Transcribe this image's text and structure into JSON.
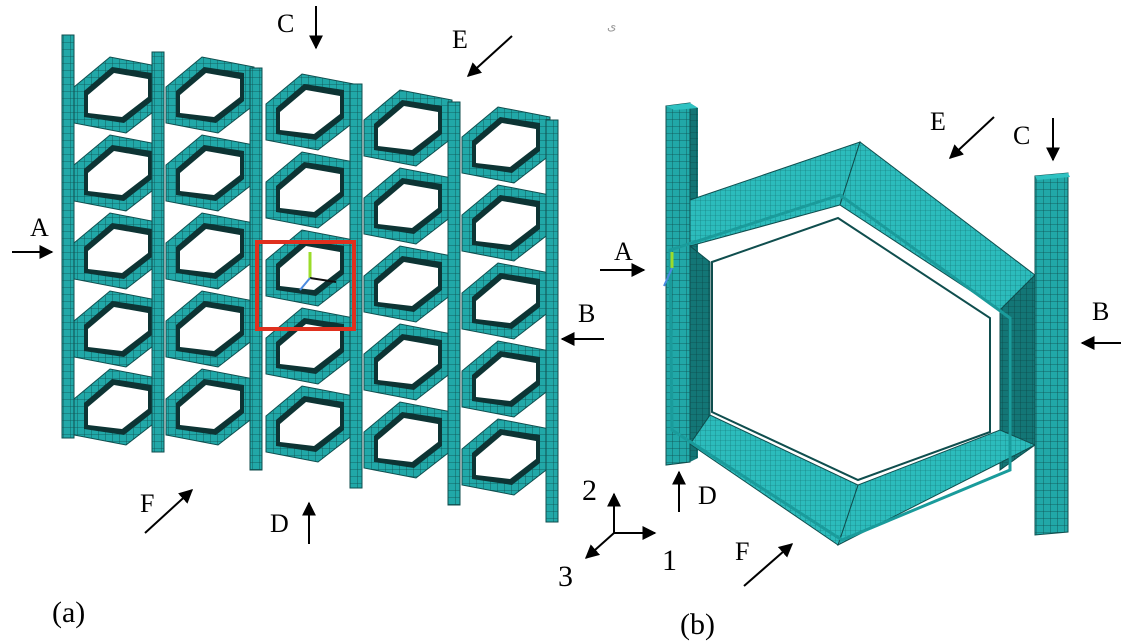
{
  "labels": {
    "a": {
      "A": "A",
      "B": "B",
      "C": "C",
      "D": "D",
      "E": "E",
      "F": "F"
    },
    "b": {
      "A": "A",
      "B": "B",
      "C": "C",
      "D": "D",
      "E": "E",
      "F": "F"
    },
    "axes": {
      "x": "1",
      "y": "2",
      "z": "3"
    }
  },
  "captions": {
    "a": "(a)",
    "b": "(b)"
  },
  "colors": {
    "mesh": "#1a9b9b",
    "mesh_light": "#2fc2c2",
    "mesh_dark": "#0d3434",
    "highlight": "#e0301e"
  }
}
